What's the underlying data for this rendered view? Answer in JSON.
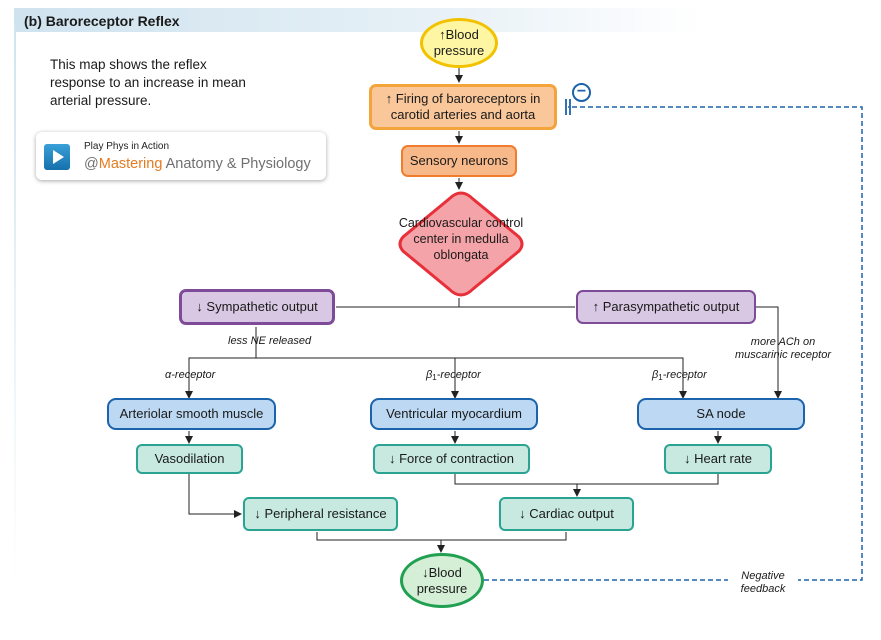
{
  "header": {
    "title": "(b) Baroreceptor Reflex"
  },
  "intro": "This map shows the reflex response to an increase in mean arterial pressure.",
  "media": {
    "top_text": "Play Phys in Action",
    "at": "@",
    "brand": "Mastering",
    "course": " Anatomy & Physiology"
  },
  "nodes": {
    "bp_top": "↑Blood pressure",
    "baroreceptors": "↑ Firing of baroreceptors in carotid arteries and aorta",
    "sensory": "Sensory neurons",
    "control": "Cardiovascular control center in medulla oblongata",
    "symp": "↓ Sympathetic output",
    "para": "↑ Parasympathetic output",
    "arteriolar": "Arteriolar smooth muscle",
    "ventricular": "Ventricular myocardium",
    "sa": "SA node",
    "vaso": "Vasodilation",
    "force": "↓ Force of contraction",
    "hr": "↓ Heart rate",
    "pr": "↓ Peripheral resistance",
    "co": "↓ Cardiac output",
    "bp_bottom": "↓Blood pressure"
  },
  "labels": {
    "less_ne": "less NE released",
    "alpha": "α-receptor",
    "beta_prefix": "β",
    "beta_sub": "1",
    "beta_suffix": "-receptor",
    "more_ach": "more ACh on muscarinic receptor",
    "neg_feedback": "Negative feedback",
    "minus": "−"
  },
  "colors": {
    "orange_border": "#ef7d2d",
    "red_border": "#e8303a",
    "purple_border": "#7e4b98",
    "blue_border": "#1b63ab",
    "teal_border": "#2aa392",
    "green_border": "#20a050",
    "yellow_border": "#f2c200"
  }
}
